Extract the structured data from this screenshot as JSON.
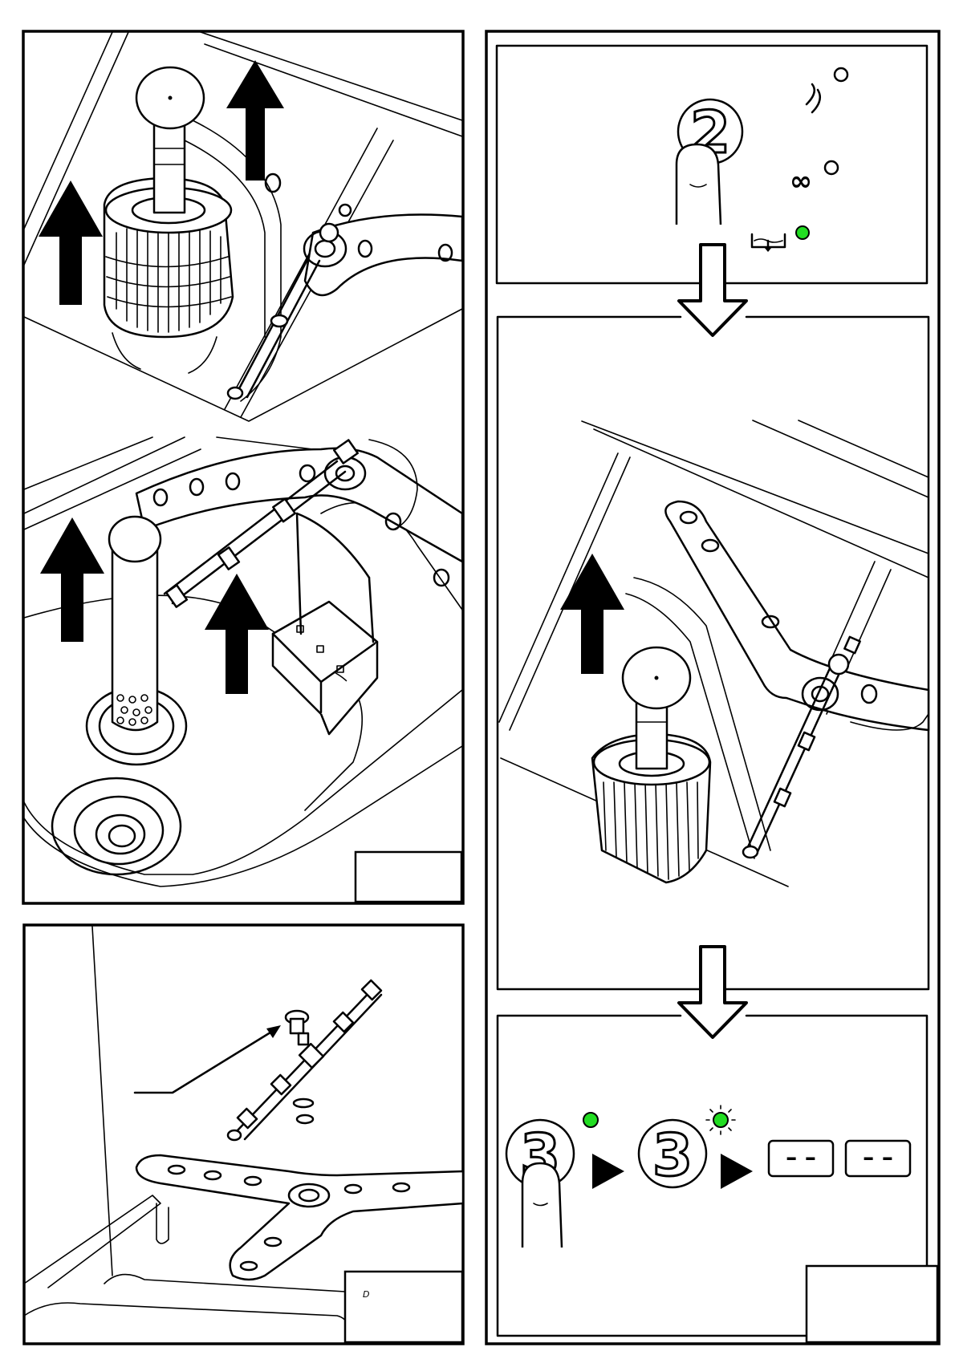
{
  "panels": {
    "remove_filters": {
      "arrows": 5
    },
    "spray_arm_parts": {
      "corner_mark": "D"
    },
    "control_sequence": {
      "step_a_button": "2",
      "step_b_button_left": "3",
      "step_b_button_right": "3",
      "display_left": "– –",
      "display_right": "– –",
      "led_on_color": "#22dd22",
      "led_off_color": "#ffffff",
      "indicators": [
        "wave-icon",
        "infinity-icon",
        "water-level-icon"
      ]
    }
  }
}
